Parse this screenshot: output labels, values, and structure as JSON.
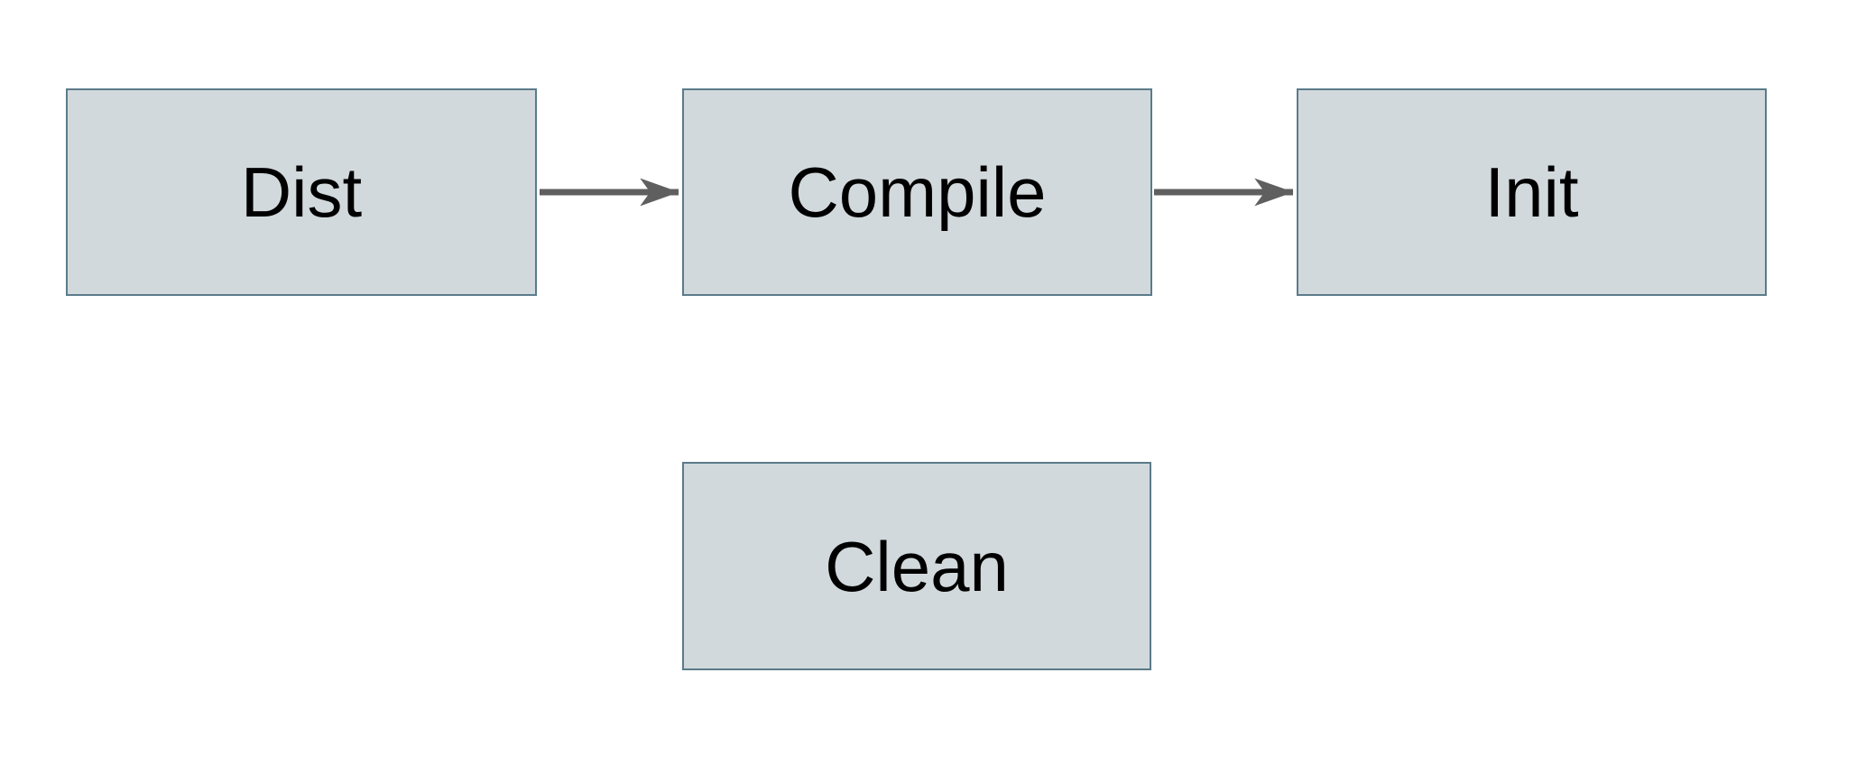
{
  "colors": {
    "background": "#ffffff",
    "node_fill": "#d2d9dc",
    "node_border": "#5b7b8a",
    "arrow": "#5f5f5f",
    "text": "#000000"
  },
  "nodes": [
    {
      "id": "dist",
      "label": "Dist"
    },
    {
      "id": "compile",
      "label": "Compile"
    },
    {
      "id": "init",
      "label": "Init"
    },
    {
      "id": "clean",
      "label": "Clean"
    }
  ],
  "edges": [
    {
      "from": "dist",
      "to": "compile"
    },
    {
      "from": "compile",
      "to": "init"
    }
  ]
}
